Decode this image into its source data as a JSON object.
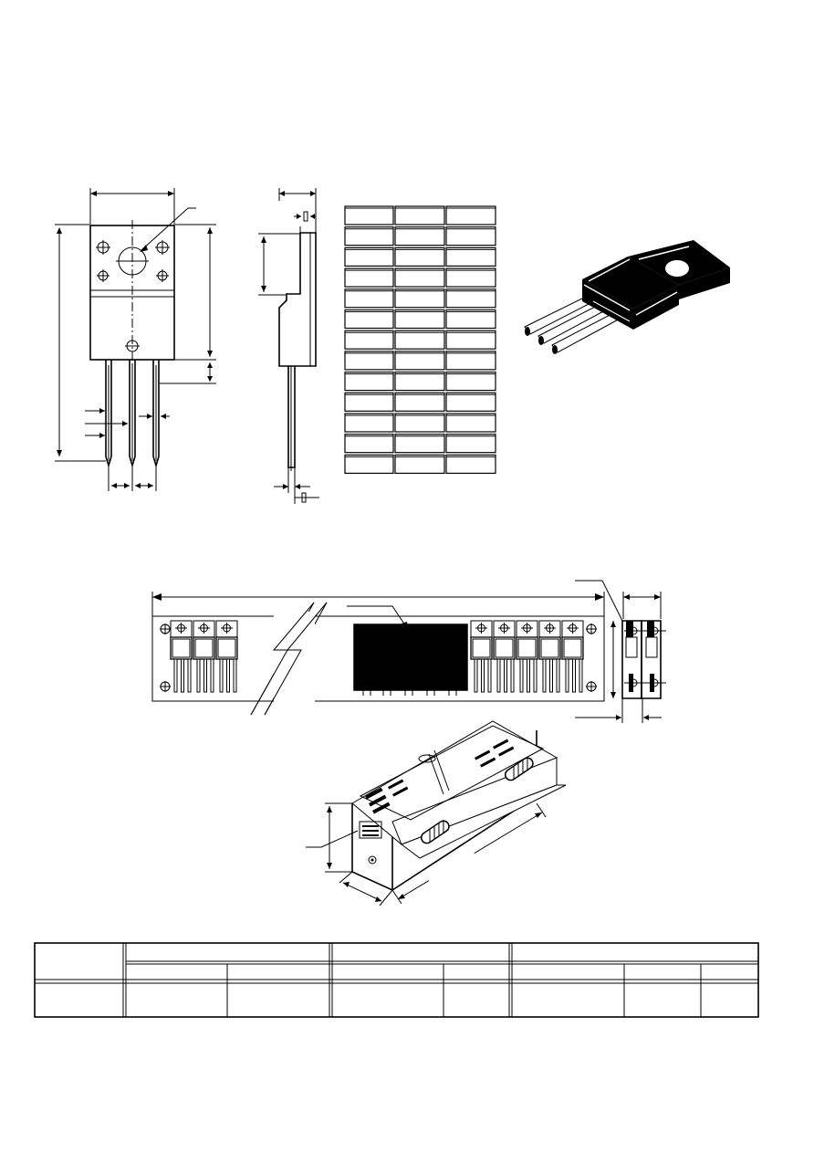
{
  "colors": {
    "ink": "#000000",
    "paper": "#ffffff",
    "shade": "#555555"
  },
  "drawings": [
    {
      "name": "package-front-view-outline",
      "icon": "to220f-front-outline"
    },
    {
      "name": "package-side-view-outline",
      "icon": "to220f-side-outline"
    },
    {
      "name": "package-3d-view",
      "icon": "to220f-isometric"
    },
    {
      "name": "tube-packing-view",
      "icon": "tube-with-devices"
    },
    {
      "name": "packing-box-view",
      "icon": "carton-isometric"
    }
  ],
  "dimension_table": {
    "rows": 13,
    "columns": 3,
    "cells": []
  },
  "packing_table": {
    "header_rows": 2,
    "data_rows": 1,
    "cells": []
  }
}
